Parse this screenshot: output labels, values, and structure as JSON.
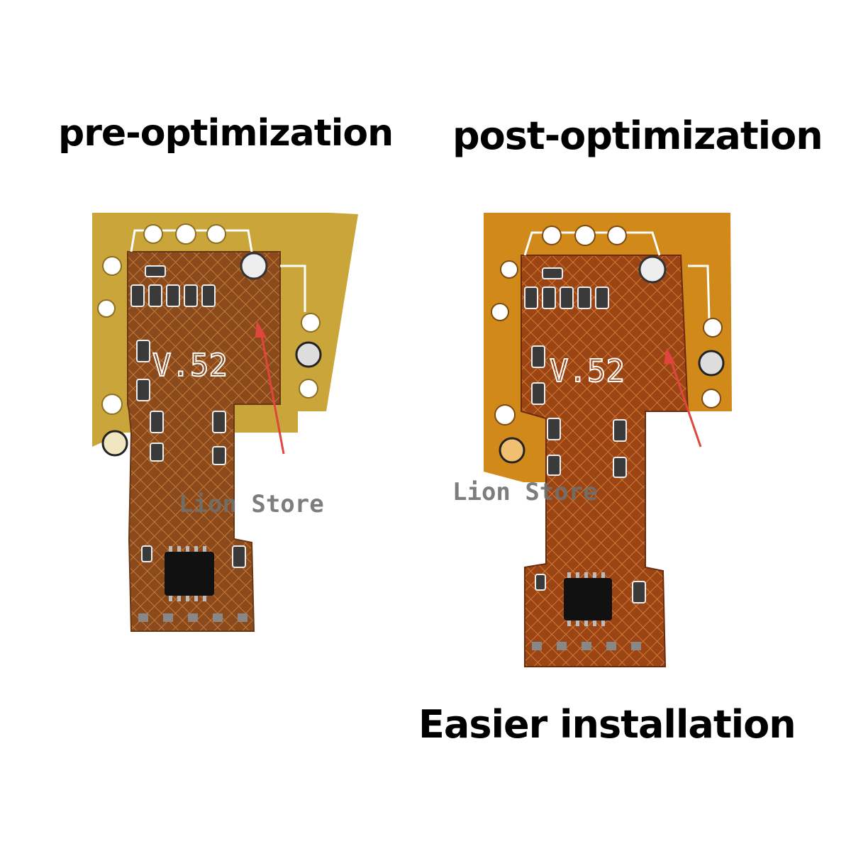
{
  "headings": {
    "pre": "pre-optimization",
    "post": "post-optimization",
    "footer": "Easier installation"
  },
  "boards": {
    "pre": {
      "silkscreen": "V.52",
      "watermark": "Lion Store"
    },
    "post": {
      "silkscreen": "V.52",
      "watermark": "Lion Store"
    }
  },
  "colors": {
    "pre_substrate": "#c9a53a",
    "pre_copper": "#8a4a1c",
    "post_substrate": "#d18a1a",
    "post_copper": "#9b4414",
    "arrow": "#e0453e",
    "watermark": "#707070"
  }
}
